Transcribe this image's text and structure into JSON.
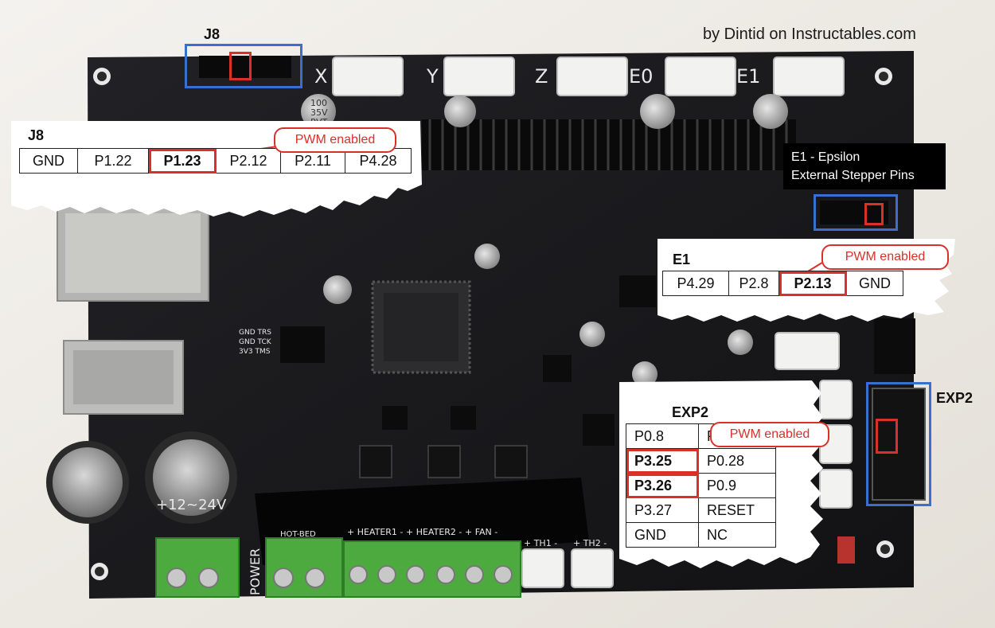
{
  "credit": "by Dintid on Instructables.com",
  "board_labels": {
    "axis_x": "X",
    "axis_y": "Y",
    "axis_z": "Z",
    "axis_e0": "E0",
    "axis_e1": "E1",
    "power_label": "POWER",
    "voltage": "+12~24V",
    "heater1": "+ HEATER1 -",
    "heater2": "+ HEATER2 -",
    "fan": "+ FAN -",
    "th1": "+ TH1 -",
    "th2": "+ TH2 -",
    "hot_bed": "HOT-BED",
    "jtag_1": "GND TRS",
    "jtag_2": "GND TCK",
    "jtag_3": "3V3 TMS",
    "cap_text_1": "100",
    "cap_text_2": "35V",
    "cap_text_3": "RVT"
  },
  "j8": {
    "top_label": "J8",
    "table_label": "J8",
    "pins": [
      "GND",
      "P1.22",
      "P1.23",
      "P2.12",
      "P2.11",
      "P4.28"
    ],
    "highlight": "P1.23",
    "pwm_note": "PWM enabled"
  },
  "e1": {
    "header_line1": "E1 - Epsilon",
    "header_line2": "External Stepper Pins",
    "table_label": "E1",
    "pins": [
      "P4.29",
      "P2.8",
      "P2.13",
      "GND"
    ],
    "highlight": "P2.13",
    "pwm_note": "PWM enabled"
  },
  "exp2": {
    "side_label": "EXP2",
    "table_label": "EXP2",
    "rows": [
      [
        "P0.8",
        "P"
      ],
      [
        "P3.25",
        "P0.28"
      ],
      [
        "P3.26",
        "P0.9"
      ],
      [
        "P3.27",
        "RESET"
      ],
      [
        "GND",
        "NC"
      ]
    ],
    "highlights": [
      "P3.25",
      "P3.26"
    ],
    "pwm_note": "PWM enabled"
  },
  "colors": {
    "board": "#1b1b1d",
    "highlight_red": "#d9302a",
    "highlight_blue": "#3a6fd0",
    "terminal_green": "#4caa3f"
  }
}
